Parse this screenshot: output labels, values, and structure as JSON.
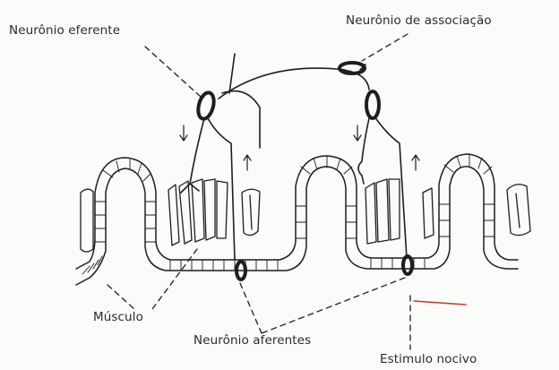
{
  "labels": {
    "efferent_neuron": "Neurônio eferente",
    "association_neuron": "Neurônio de associação",
    "muscle": "Músculo",
    "afferent_neurons": "Neurônio aferentes",
    "noxious_stimulus": "Estimulo nocivo"
  },
  "colors": {
    "ink": "#1e1e1e",
    "background": "#fbfbf9",
    "stimulus_mark": "#c0392b"
  }
}
